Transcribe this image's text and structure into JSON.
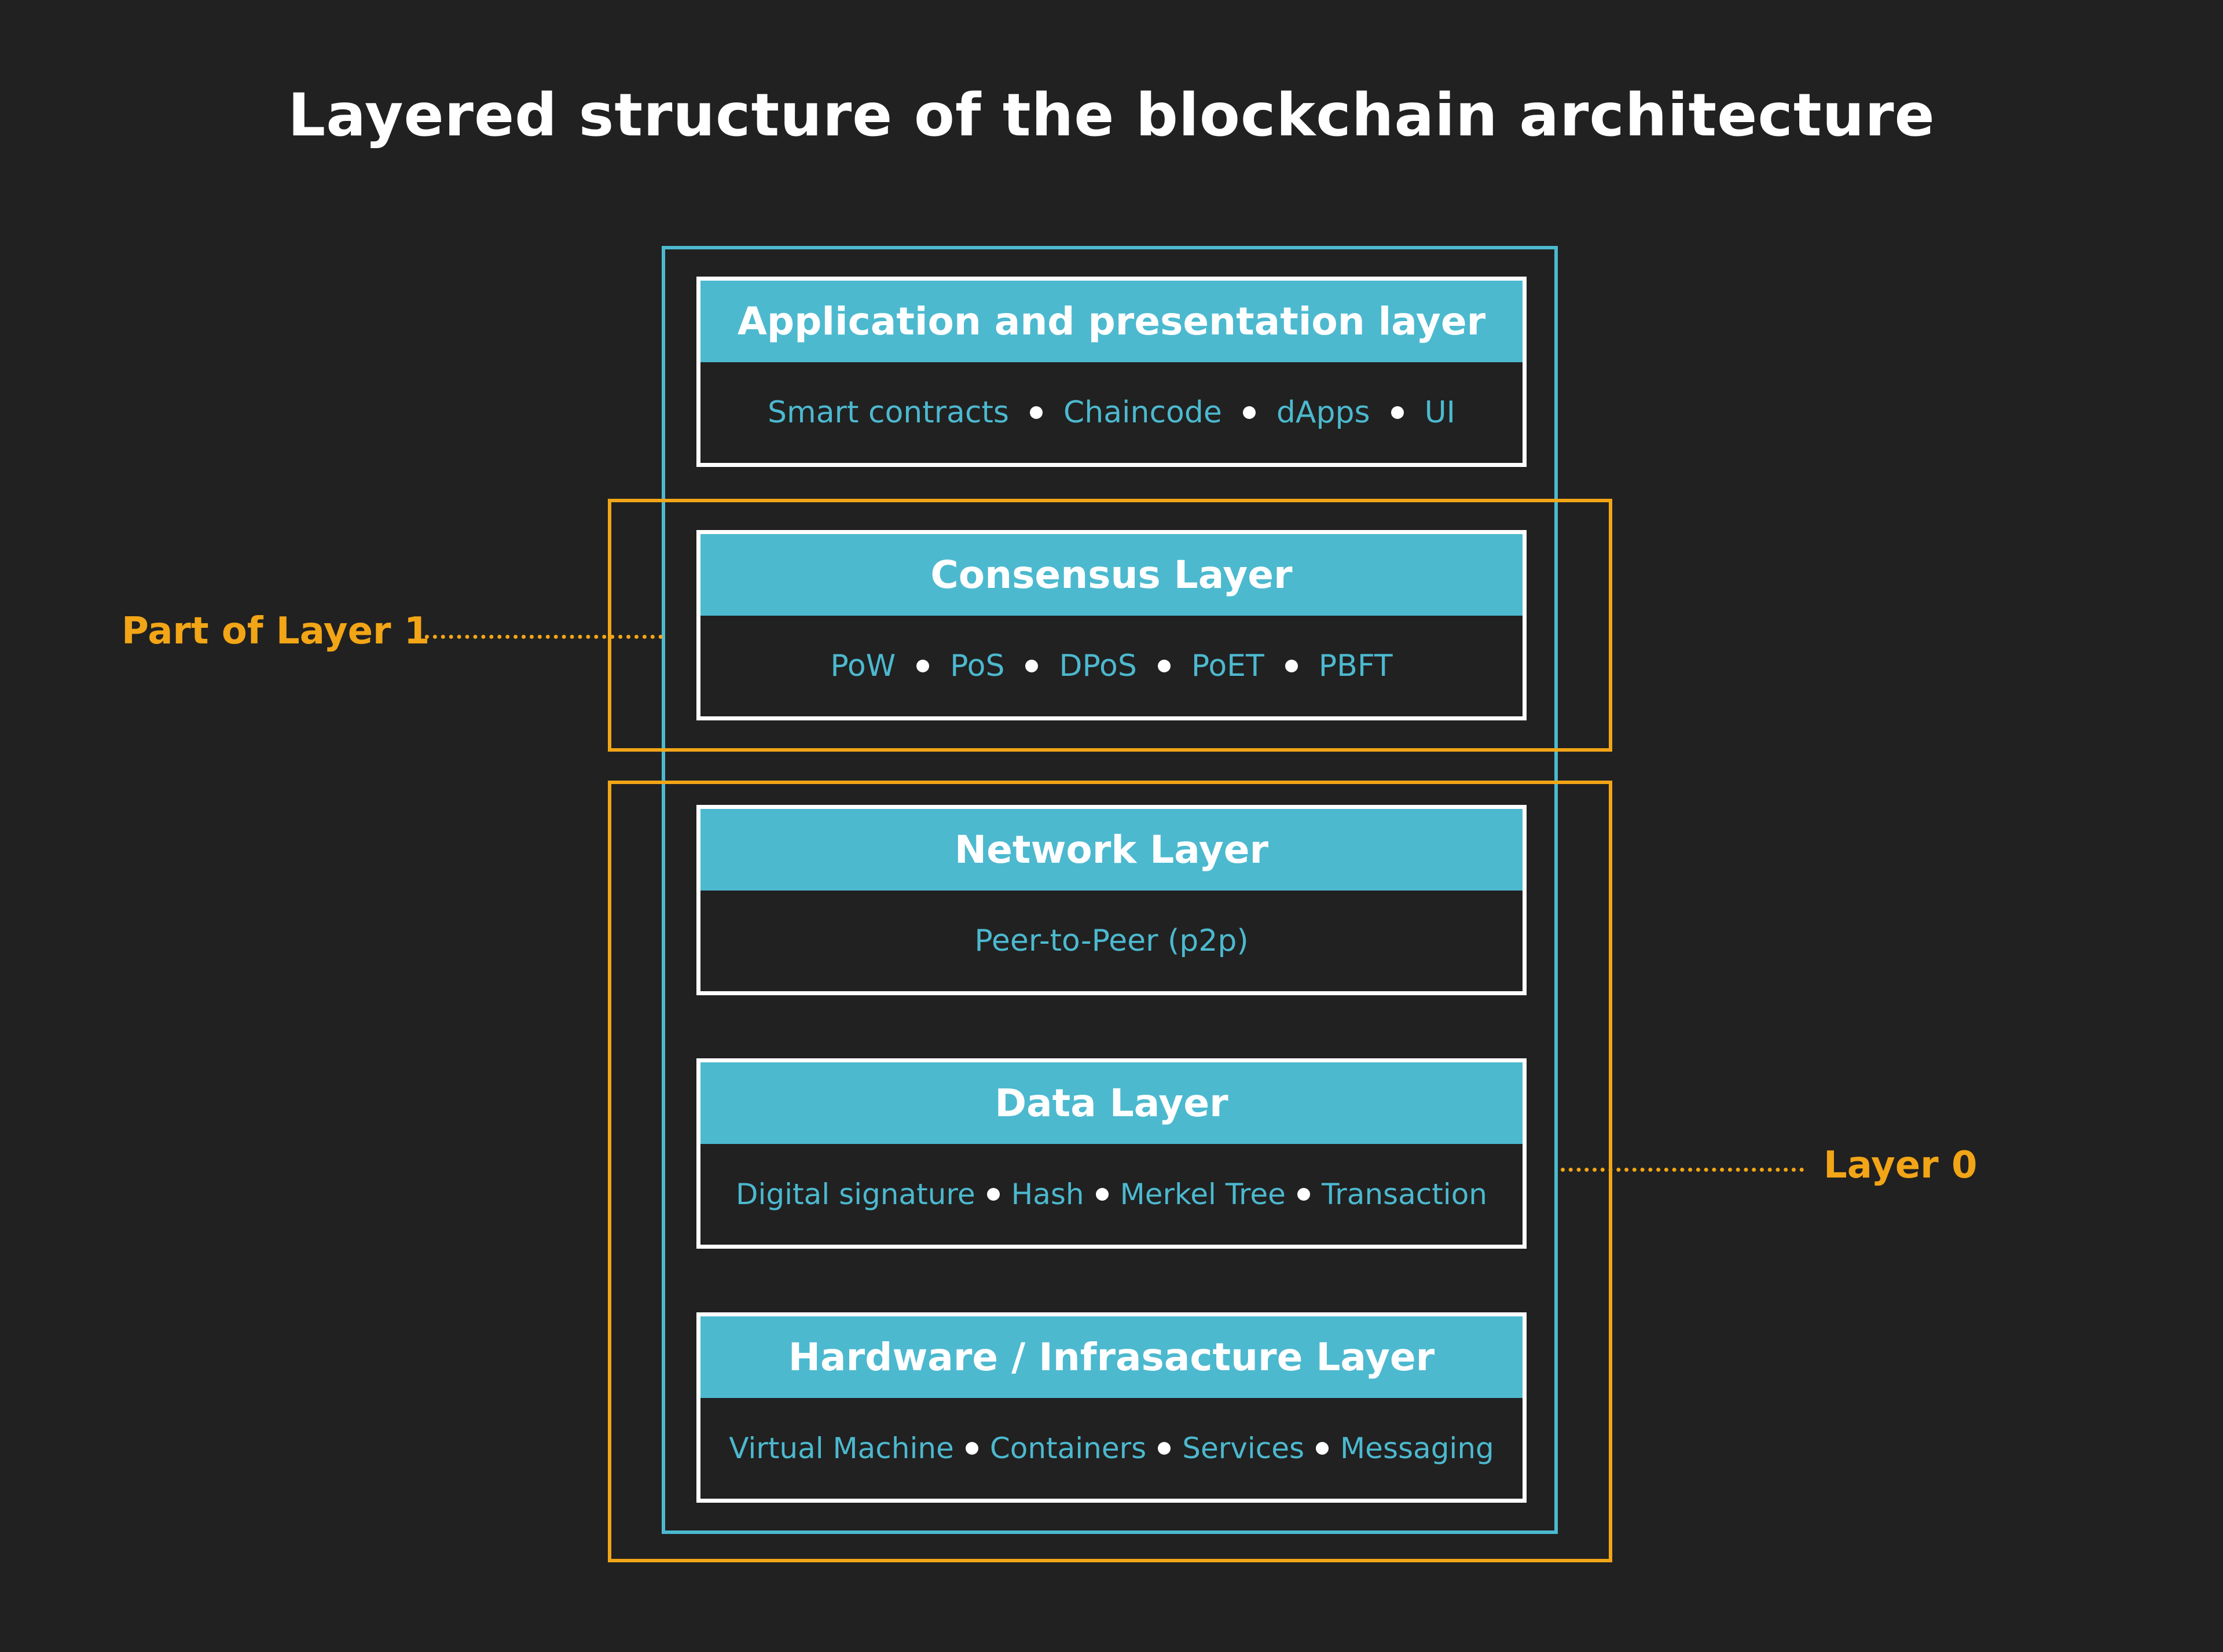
{
  "title": "Layered structure of the blockchain architecture",
  "colors": {
    "background": "#212121",
    "accent_cyan": "#4cb9cf",
    "accent_orange": "#f2a516",
    "card_border": "#ffffff"
  },
  "layers": [
    {
      "name": "Application and presentation layer",
      "items": [
        "Smart contracts",
        "Chaincode",
        "dApps",
        "UI"
      ]
    },
    {
      "name": "Consensus Layer",
      "items": [
        "PoW",
        "PoS",
        "DPoS",
        "PoET",
        "PBFT"
      ]
    },
    {
      "name": "Network Layer",
      "items": [
        "Peer-to-Peer (p2p)"
      ]
    },
    {
      "name": "Data Layer",
      "items": [
        "Digital signature",
        "Hash",
        "Merkel Tree",
        "Transaction"
      ]
    },
    {
      "name": "Hardware / Infrasacture Layer",
      "items": [
        "Virtual Machine",
        "Containers",
        "Services",
        "Messaging"
      ]
    }
  ],
  "groups": {
    "consensus_group_label": "Part of Layer 1",
    "base_group_label": "Layer 0"
  }
}
